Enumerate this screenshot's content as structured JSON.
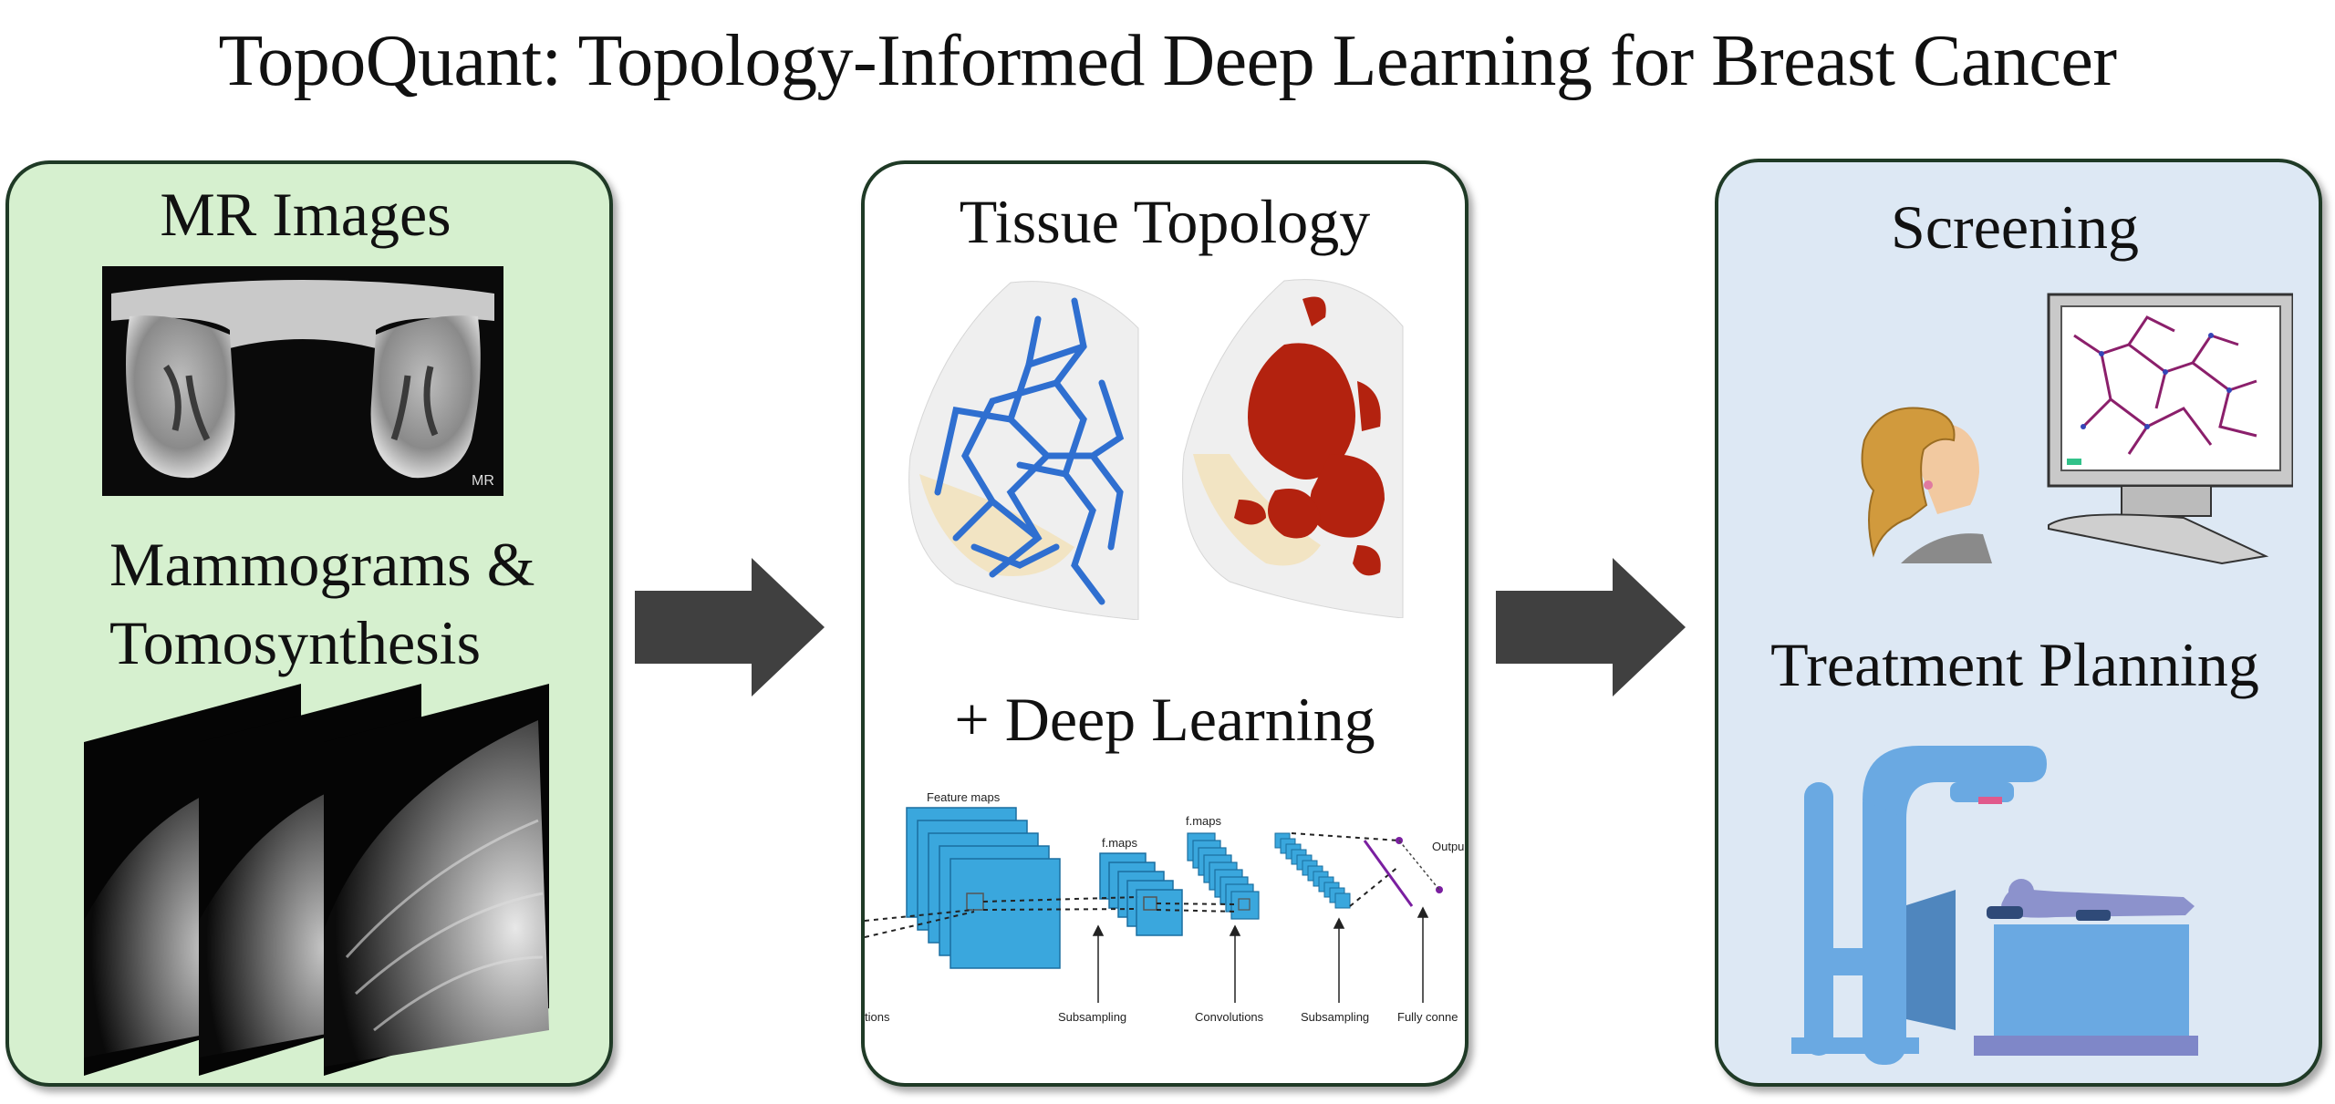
{
  "title": "TopoQuant: Topology-Informed Deep Learning for Breast Cancer",
  "panel_left": {
    "heading_mr": "MR Images",
    "mr_watermark": "MR",
    "heading_mammo_line1": "Mammograms &",
    "heading_mammo_line2": "Tomosynthesis"
  },
  "panel_middle": {
    "heading_topology": "Tissue Topology",
    "heading_dl": "+ Deep Learning",
    "cnn_labels": {
      "feature_maps": "Feature maps",
      "fmaps1": "f.maps",
      "fmaps2": "f.maps",
      "output": "Outpu",
      "convolutions_left": "tions",
      "subsampling1": "Subsampling",
      "convolutions": "Convolutions",
      "subsampling2": "Subsampling",
      "fully_connected": "Fully conne"
    }
  },
  "panel_right": {
    "heading_screening": "Screening",
    "heading_treatment": "Treatment Planning"
  },
  "colors": {
    "left_panel_bg": "#d6f0cf",
    "right_panel_bg": "#dde8f4",
    "arrow": "#404040",
    "network_blue": "#2f6fd0",
    "tissue_red": "#b3220f",
    "cnn_blue": "#3aa7dd",
    "machine_blue": "#6aa9e2"
  }
}
